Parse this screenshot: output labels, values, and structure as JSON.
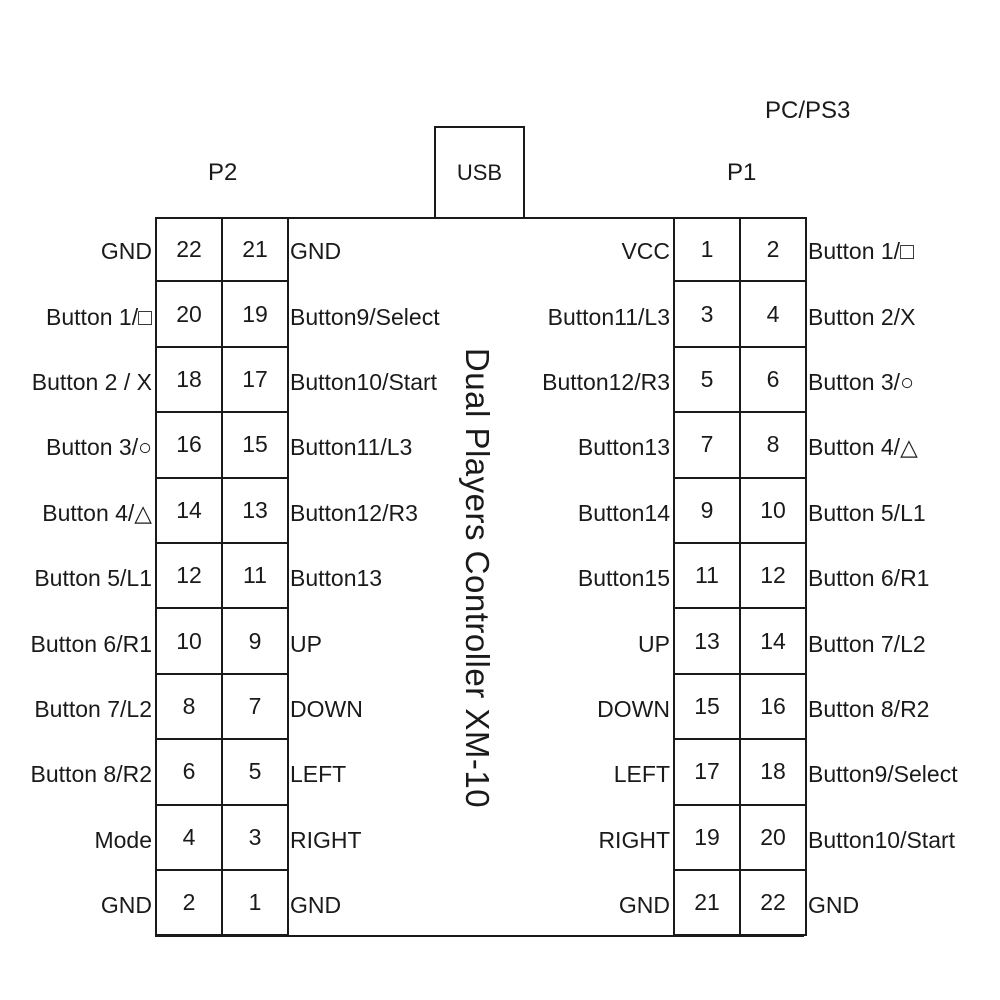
{
  "mode_label": "PC/PS3",
  "usb_label": "USB",
  "title": "Dual Players Controller XM-10",
  "p2": {
    "label": "P2",
    "rows": [
      {
        "left_label": "GND",
        "left_pin": "22",
        "right_pin": "21",
        "right_label": "GND"
      },
      {
        "left_label": "Button 1/□",
        "left_pin": "20",
        "right_pin": "19",
        "right_label": "Button9/Select"
      },
      {
        "left_label": "Button 2 / X",
        "left_pin": "18",
        "right_pin": "17",
        "right_label": "Button10/Start"
      },
      {
        "left_label": "Button 3/○",
        "left_pin": "16",
        "right_pin": "15",
        "right_label": "Button11/L3"
      },
      {
        "left_label": "Button 4/△",
        "left_pin": "14",
        "right_pin": "13",
        "right_label": "Button12/R3"
      },
      {
        "left_label": "Button 5/L1",
        "left_pin": "12",
        "right_pin": "11",
        "right_label": "Button13"
      },
      {
        "left_label": "Button 6/R1",
        "left_pin": "10",
        "right_pin": "9",
        "right_label": "UP"
      },
      {
        "left_label": "Button 7/L2",
        "left_pin": "8",
        "right_pin": "7",
        "right_label": "DOWN"
      },
      {
        "left_label": "Button 8/R2",
        "left_pin": "6",
        "right_pin": "5",
        "right_label": "LEFT"
      },
      {
        "left_label": "Mode",
        "left_pin": "4",
        "right_pin": "3",
        "right_label": "RIGHT"
      },
      {
        "left_label": "GND",
        "left_pin": "2",
        "right_pin": "1",
        "right_label": "GND"
      }
    ]
  },
  "p1": {
    "label": "P1",
    "rows": [
      {
        "left_label": "VCC",
        "left_pin": "1",
        "right_pin": "2",
        "right_label": "Button 1/□"
      },
      {
        "left_label": "Button11/L3",
        "left_pin": "3",
        "right_pin": "4",
        "right_label": "Button 2/X"
      },
      {
        "left_label": "Button12/R3",
        "left_pin": "5",
        "right_pin": "6",
        "right_label": "Button 3/○"
      },
      {
        "left_label": "Button13",
        "left_pin": "7",
        "right_pin": "8",
        "right_label": "Button 4/△"
      },
      {
        "left_label": "Button14",
        "left_pin": "9",
        "right_pin": "10",
        "right_label": "Button 5/L1"
      },
      {
        "left_label": "Button15",
        "left_pin": "11",
        "right_pin": "12",
        "right_label": "Button 6/R1"
      },
      {
        "left_label": "UP",
        "left_pin": "13",
        "right_pin": "14",
        "right_label": "Button 7/L2"
      },
      {
        "left_label": "DOWN",
        "left_pin": "15",
        "right_pin": "16",
        "right_label": "Button 8/R2"
      },
      {
        "left_label": "LEFT",
        "left_pin": "17",
        "right_pin": "18",
        "right_label": "Button9/Select"
      },
      {
        "left_label": "RIGHT",
        "left_pin": "19",
        "right_pin": "20",
        "right_label": "Button10/Start"
      },
      {
        "left_label": "GND",
        "left_pin": "21",
        "right_pin": "22",
        "right_label": "GND"
      }
    ]
  }
}
